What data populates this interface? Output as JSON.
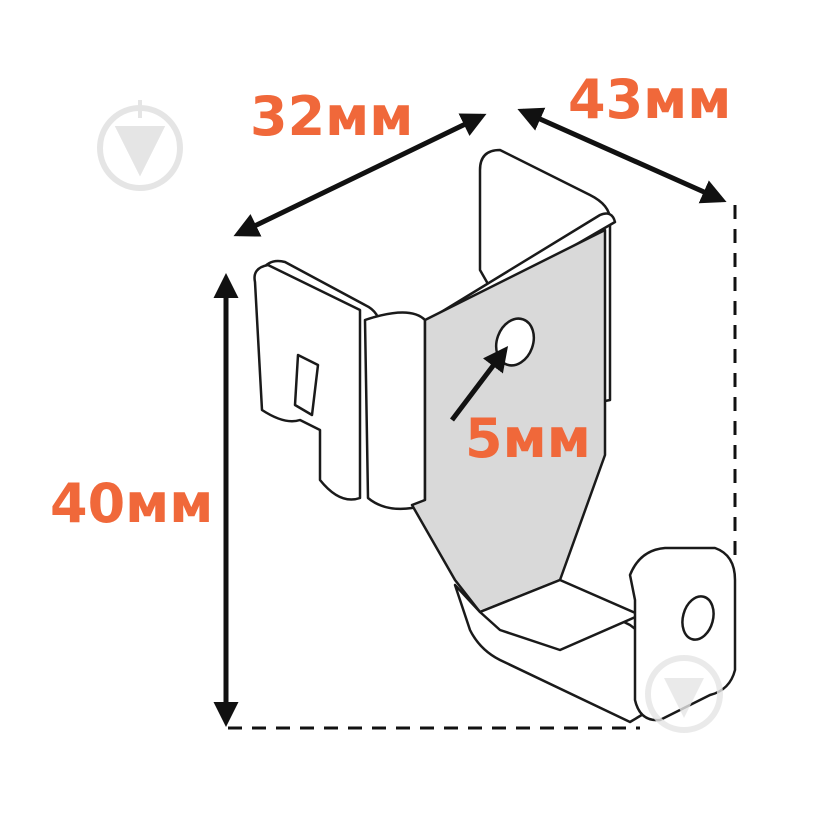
{
  "dimensions": {
    "width_label": "32мм",
    "depth_label": "43мм",
    "height_label": "40мм",
    "hole_label": "5мм"
  },
  "colors": {
    "label": "#f0683a",
    "arrow": "#111111",
    "outline": "#1a1a1a",
    "face_shaded": "#d9d9d9",
    "face_light": "#ffffff",
    "watermark": "#e6e6e6"
  },
  "icons": [
    "watermark-logo-icon"
  ]
}
